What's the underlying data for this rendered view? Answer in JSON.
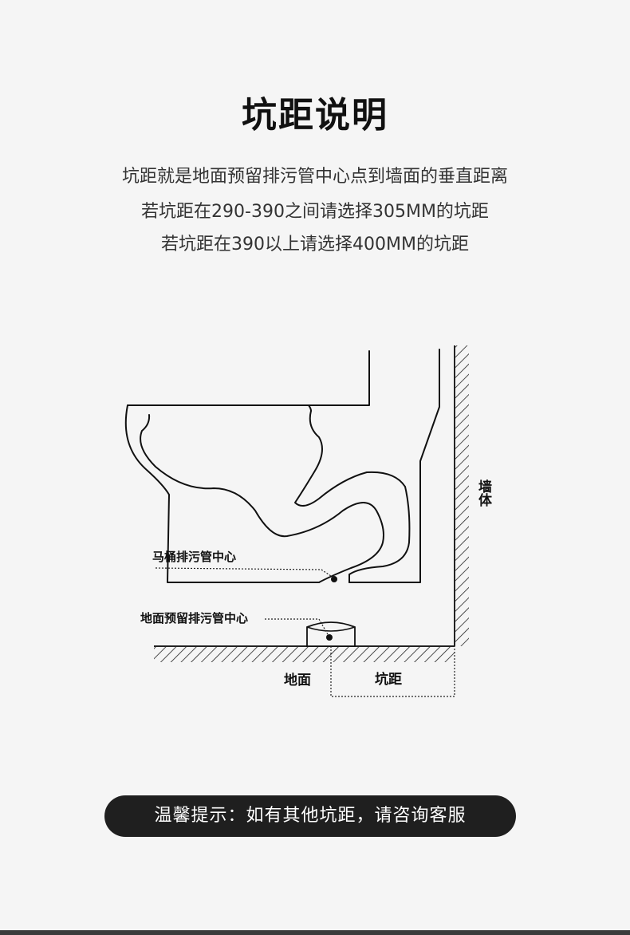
{
  "title": "坑距说明",
  "description": [
    "坑距就是地面预留排污管中心点到墙面的垂直距离",
    "若坑距在290-390之间请选择305MM的坑距",
    "若坑距在390以上请选择400MM的坑距"
  ],
  "diagram": {
    "labels": {
      "wall": "墙体",
      "toilet_drain_center": "马桶排污管中心",
      "floor_drain_center": "地面预留排污管中心",
      "floor": "地面",
      "rough_in": "坑距"
    }
  },
  "tip": "温馨提示：如有其他坑距，请咨询客服"
}
